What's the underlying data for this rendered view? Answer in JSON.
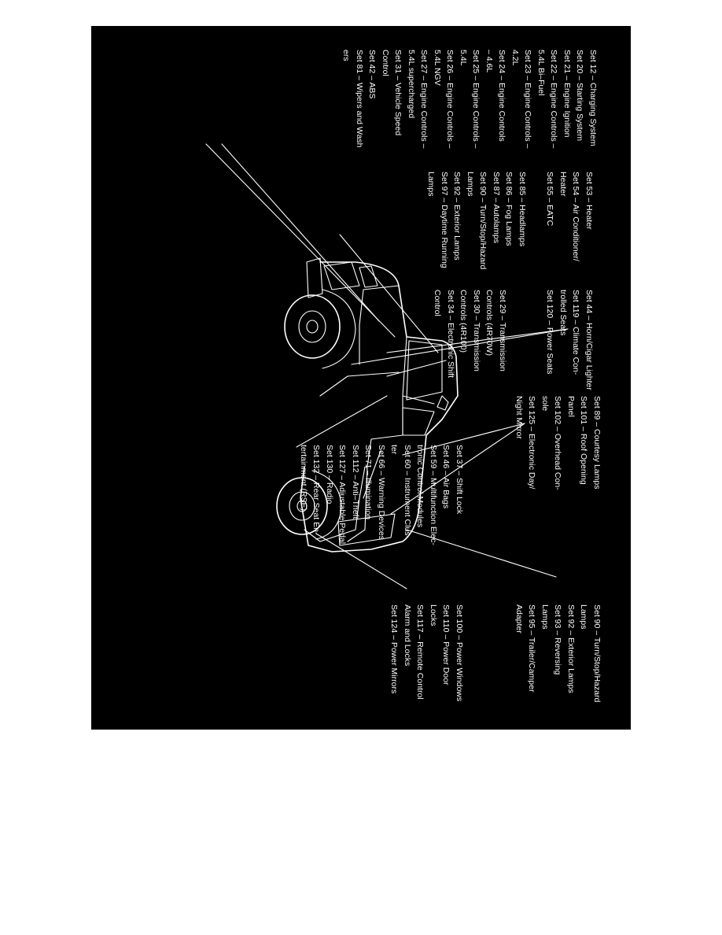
{
  "page": {
    "background": "#ffffff",
    "panel_background": "#000000",
    "text_color": "#ffffff"
  },
  "groups": {
    "top_left": [
      {
        "lines": [
          "Set 12 – Charging System"
        ]
      },
      {
        "lines": [
          "Set 20 – Starting System"
        ]
      },
      {
        "lines": [
          "Set 21 – Engine Ignition"
        ]
      },
      {
        "lines": [
          "Set 22 – Engine Controls –",
          "5.4L Bi–Fuel"
        ]
      },
      {
        "lines": [
          "Set 23 – Engine Controls –",
          "4.2L"
        ]
      },
      {
        "lines": [
          "Set 24 – Engine Controls",
          "– 4.6L"
        ]
      },
      {
        "lines": [
          "Set 25 – Engine Controls –",
          "5.4L"
        ]
      },
      {
        "lines": [
          "Set 26 – Engine Controls –",
          "5.4L NGV"
        ]
      },
      {
        "lines": [
          "Set 27 – Engine Controls –",
          "5.4L supercharged"
        ]
      },
      {
        "lines": [
          "Set 31 – Vehicle Speed",
          "Control"
        ]
      },
      {
        "lines": [
          "Set 42 – ABS"
        ]
      },
      {
        "lines": [
          "Set 81 – Wipers and Wash",
          "ers"
        ]
      }
    ],
    "top_middle": [
      {
        "lines": [
          "Set 53 – Heater"
        ]
      },
      {
        "lines": [
          "Set 54 – Air Conditioner/",
          "Heater"
        ]
      },
      {
        "lines": [
          "Set 55 – EATC"
        ]
      }
    ],
    "middle_left": [
      {
        "lines": [
          "Set 85 – Headlamps"
        ]
      },
      {
        "lines": [
          "Set 86 – Fog Lamps"
        ]
      },
      {
        "lines": [
          "Set 87 – Autolamps"
        ]
      },
      {
        "lines": [
          "Set 90 – Turn/Stop/Hazard",
          "Lamps"
        ]
      },
      {
        "lines": [
          "Set 92 – Exterior Lamps"
        ]
      },
      {
        "lines": [
          "Set 97 – Daytime Running",
          "Lamps"
        ]
      }
    ],
    "top_center": [
      {
        "lines": [
          "Set 44 – Horn/Cigar Lighter"
        ]
      },
      {
        "lines": [
          "Set 119 – Climate Con-",
          "trolled Seats"
        ]
      },
      {
        "lines": [
          "Set 120 – Power Seats"
        ]
      }
    ],
    "center": [
      {
        "lines": [
          "Set 29 – Transmission",
          "Controls (4R70W)"
        ]
      },
      {
        "lines": [
          "Set 30 – Transmission",
          "Controls (4R100)"
        ]
      },
      {
        "lines": [
          "Set 34 – Electronic Shift",
          "Control"
        ]
      }
    ],
    "top_right": [
      {
        "lines": [
          "Set 89 – Courtesy Lamps"
        ]
      },
      {
        "lines": [
          "Set 101 – Roof Opening",
          "Panel"
        ]
      },
      {
        "lines": [
          "Set 102 – Overhead Con-",
          "sole"
        ]
      },
      {
        "lines": [
          "Set 125 – Electronic Day/",
          "Night Mirror"
        ]
      }
    ],
    "bottom_center": [
      {
        "lines": [
          "Set 37 – Shift Lock"
        ]
      },
      {
        "lines": [
          "Set 46 – Air Bags"
        ]
      },
      {
        "lines": [
          "Set 59 – Multifunction Elec-",
          "tronic Control Modules"
        ]
      },
      {
        "lines": [
          "Set 60 – Instrument Clus-",
          "ter"
        ]
      },
      {
        "lines": [
          "Set 66 – Warning Devices"
        ]
      },
      {
        "lines": [
          "Set 71 – Illumination"
        ]
      },
      {
        "lines": [
          "Set 112 – Anti–Theft"
        ]
      },
      {
        "lines": [
          "Set 127 – Adjustable Pedal"
        ]
      },
      {
        "lines": [
          "Set 130 – Radio"
        ]
      },
      {
        "lines": [
          "Set 132 – Rear Seat En-",
          "tertainment (RSE)"
        ]
      }
    ],
    "bottom_right": [
      {
        "lines": [
          "Set 90 – Turn/Stop/Hazard",
          "Lamps"
        ]
      },
      {
        "lines": [
          "Set 92 – Exterior Lamps"
        ]
      },
      {
        "lines": [
          "Set 93 – Reversing",
          "Lamps"
        ]
      },
      {
        "lines": [
          "Set 95 – Trailer/Camper",
          "Adapter"
        ]
      }
    ],
    "bottom_right_lower": [
      {
        "lines": [
          "Set 100 – Power Windows"
        ]
      },
      {
        "lines": [
          "Set 110 – Power Door",
          "Locks"
        ]
      },
      {
        "lines": [
          "Set 117 – Remote Control",
          "Alarm and Locks"
        ]
      },
      {
        "lines": [
          "Set 124 – Power Mirrors"
        ]
      }
    ]
  }
}
